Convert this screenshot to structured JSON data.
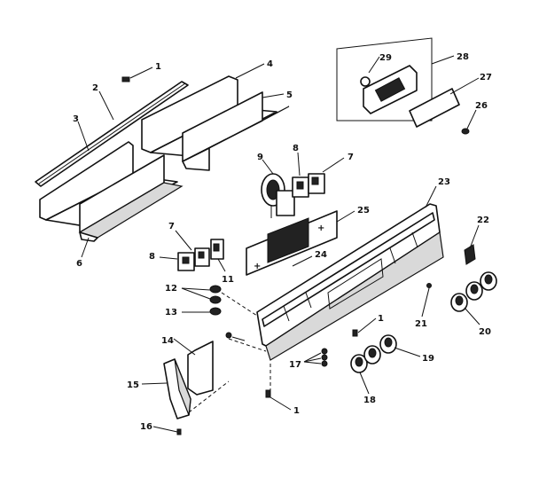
{
  "diagram": {
    "callouts": {
      "c1a": "1",
      "c2": "2",
      "c3": "3",
      "c4": "4",
      "c5": "5",
      "c6": "6",
      "c7a": "7",
      "c8a": "8",
      "c9": "9",
      "c7b": "7",
      "c8b": "8",
      "c11": "11",
      "c12": "12",
      "c13": "13",
      "c14": "14",
      "c15": "15",
      "c16": "16",
      "c17": "17",
      "c18": "18",
      "c19": "19",
      "c20": "20",
      "c21": "21",
      "c22": "22",
      "c23": "23",
      "c24": "24",
      "c25": "25",
      "c26": "26",
      "c27": "27",
      "c28": "28",
      "c29": "29",
      "c1b": "1",
      "c1c": "1"
    }
  }
}
